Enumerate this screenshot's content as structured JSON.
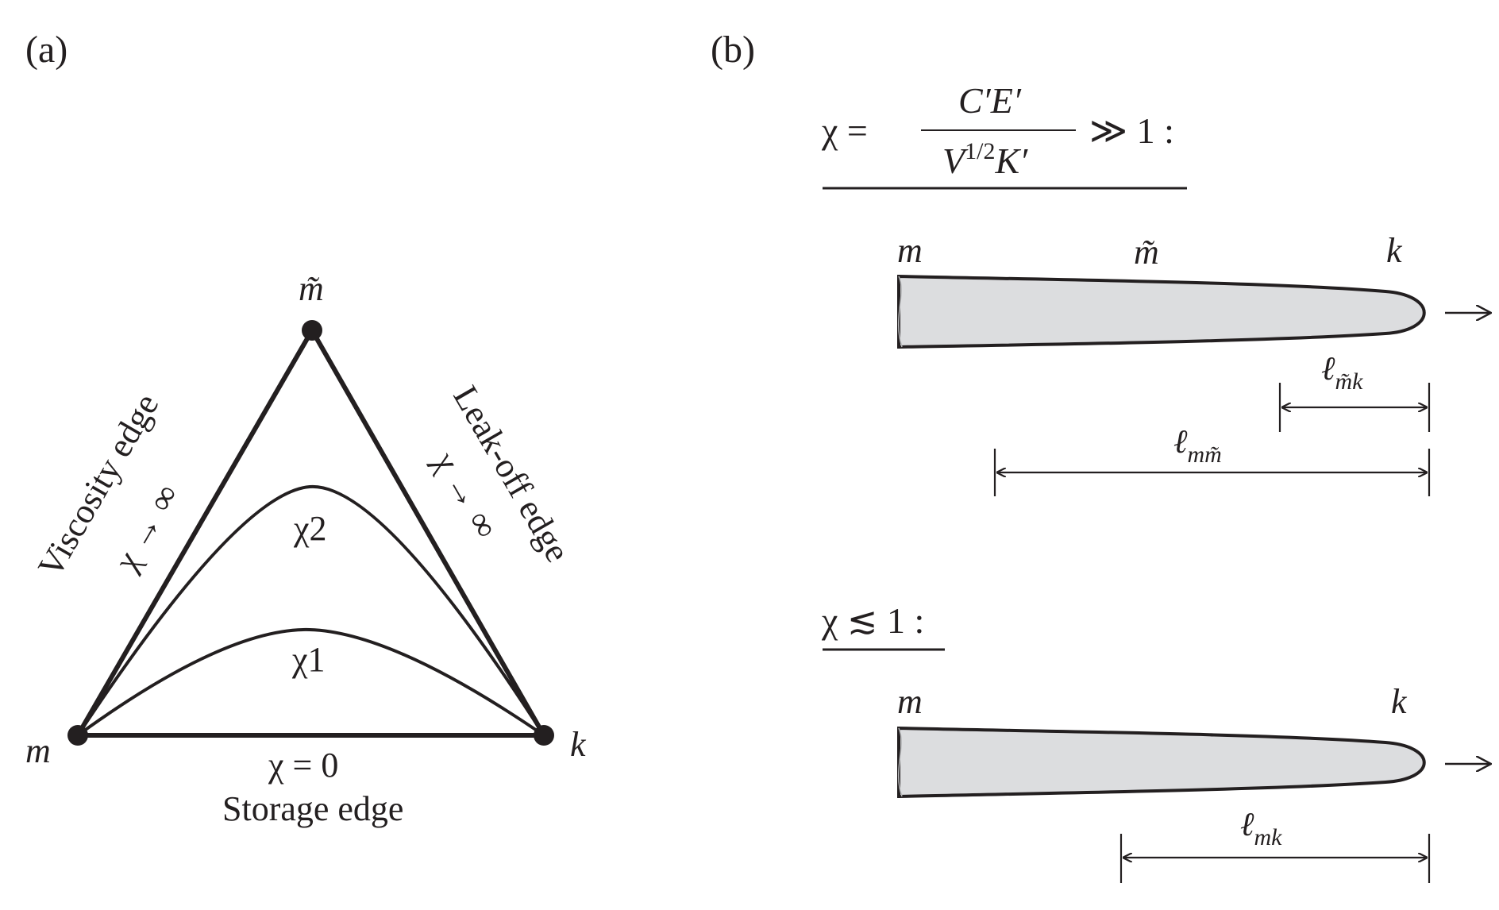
{
  "panel_a": {
    "label": "(a)",
    "vertices": {
      "top": "m̃",
      "left": "m",
      "right": "k"
    },
    "curves": [
      "χ2",
      "χ1"
    ],
    "left_edge": {
      "name": "Viscosity edge",
      "limit": "χ → ∞"
    },
    "right_edge": {
      "name": "Leak-off edge",
      "limit": "χ → ∞"
    },
    "bottom_edge": {
      "limit": "χ = 0",
      "name": "Storage edge"
    }
  },
  "panel_b": {
    "label": "(b)",
    "case_large": {
      "lhs": "χ =",
      "numerator": "C′E′",
      "denominator_base": "V",
      "denominator_exp": "1/2",
      "denominator_rest": "K′",
      "rhs": "≫ 1 :",
      "labels": {
        "left": "m",
        "middle": "m̃",
        "right": "k"
      },
      "dims": {
        "short": "ℓ",
        "short_sub": "m̃k",
        "long": "ℓ",
        "long_sub": "mm̃"
      }
    },
    "case_small": {
      "condition": "χ ≲ 1 :",
      "labels": {
        "left": "m",
        "right": "k"
      },
      "dims": {
        "main": "ℓ",
        "main_sub": "mk"
      }
    }
  }
}
